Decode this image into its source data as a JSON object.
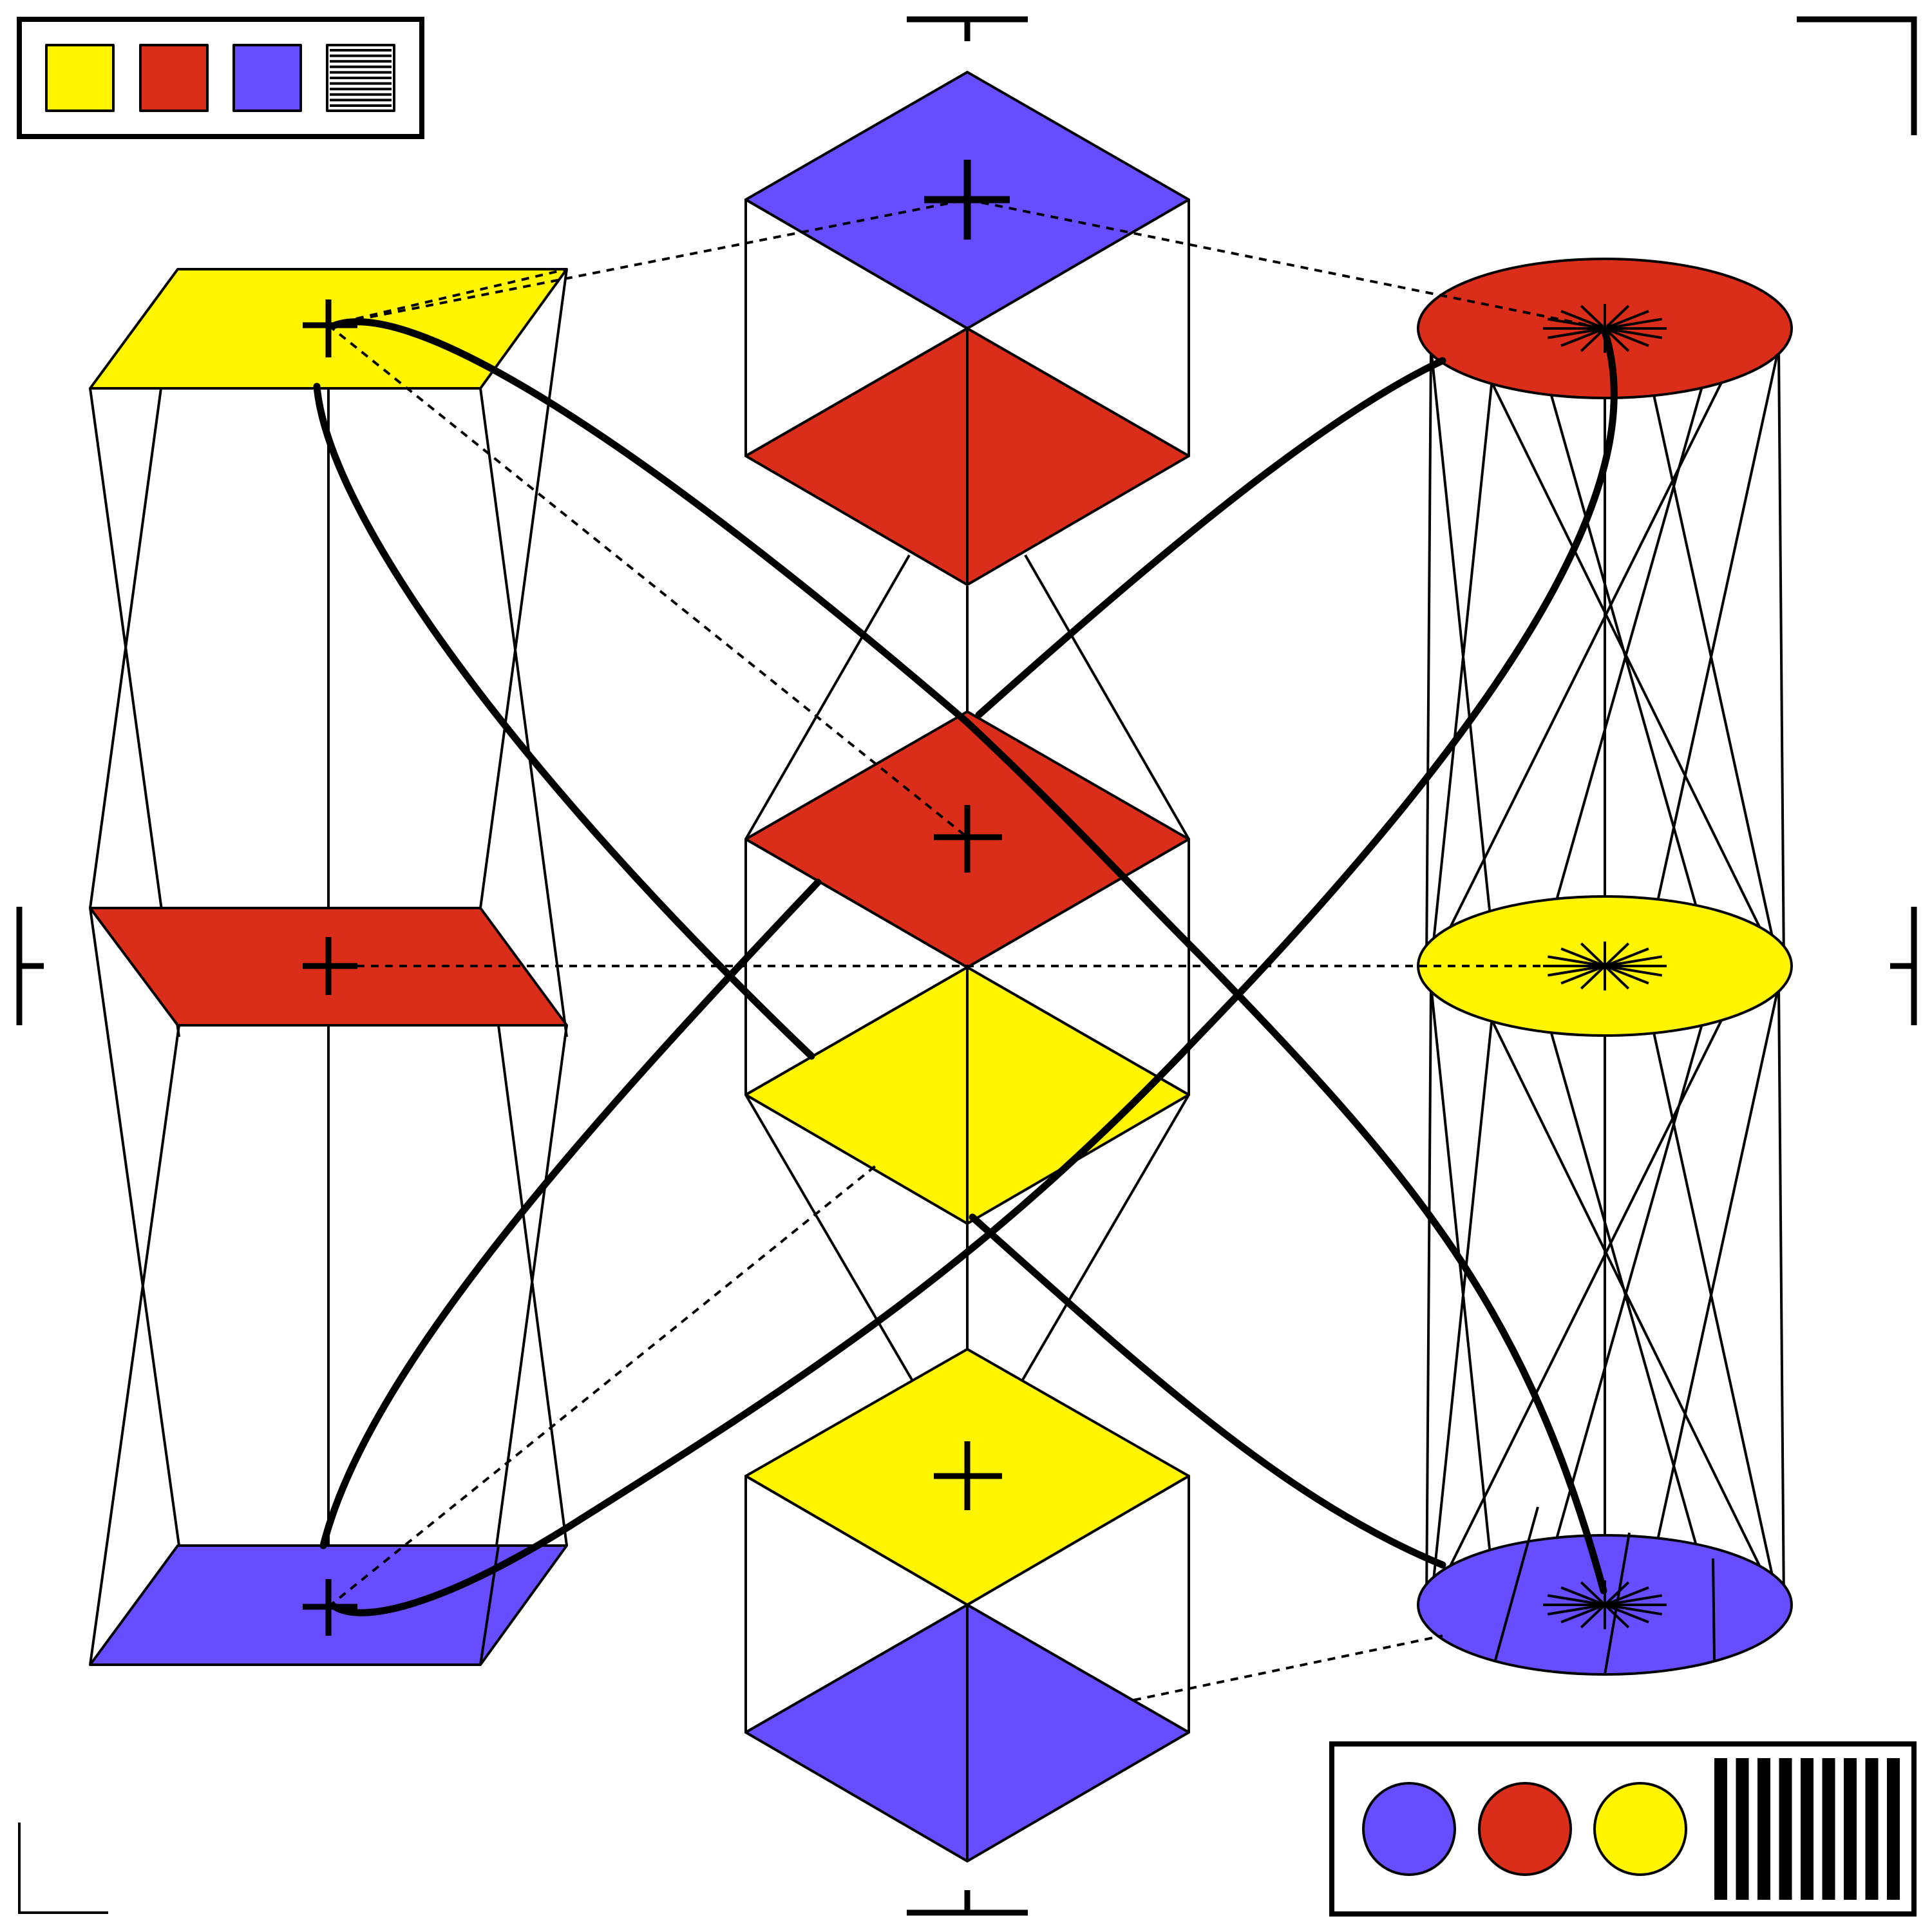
{
  "palette": {
    "yellow": "#FFF500",
    "red": "#DB2E1A",
    "blue": "#664DFF",
    "black": "#000000",
    "white": "#FFFFFF"
  },
  "legend_top_left": {
    "swatches": [
      "yellow",
      "red",
      "blue",
      "hatched"
    ]
  },
  "legend_bottom_right": {
    "circles": [
      "blue",
      "red",
      "yellow"
    ],
    "barcode_bars": 9
  },
  "columns": [
    {
      "name": "prism-stack",
      "levels": [
        "yellow",
        "red",
        "blue"
      ]
    },
    {
      "name": "cube-stack",
      "levels": [
        "blue-red",
        "red-yellow",
        "yellow-blue"
      ]
    },
    {
      "name": "cylinder-stack",
      "levels": [
        "red",
        "yellow",
        "blue"
      ]
    }
  ]
}
